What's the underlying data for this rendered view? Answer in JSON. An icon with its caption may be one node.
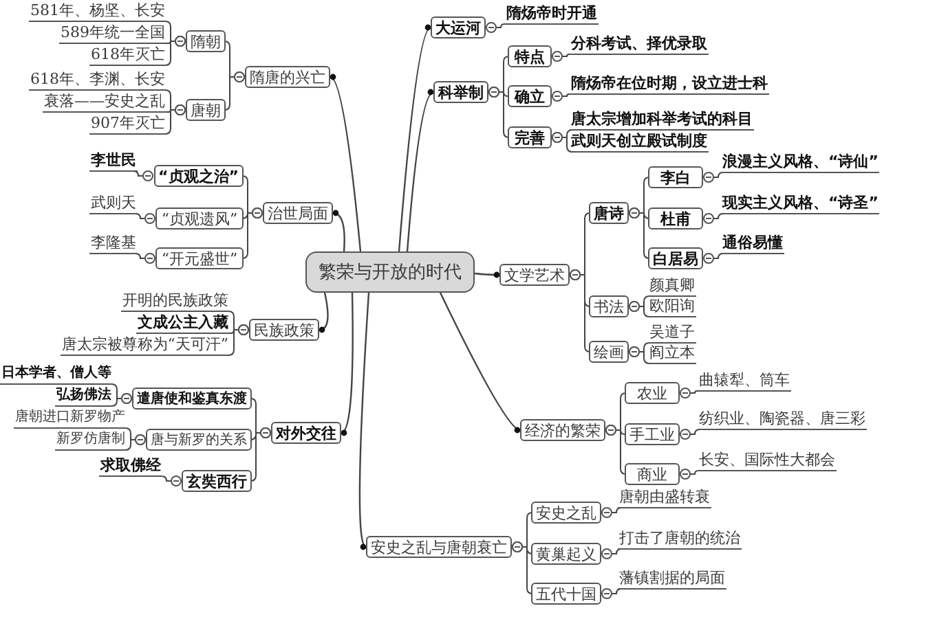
{
  "diagram": {
    "nodes": [
      {
        "text": [
          "繁荣与开放的时代"
        ]
      },
      {
        "text": [
          "隋唐的兴亡"
        ]
      },
      {
        "text": [
          "隋朝"
        ]
      },
      {
        "text": [
          "581年、杨坚、长安"
        ]
      },
      {
        "text": [
          "589年统一全国"
        ]
      },
      {
        "text": [
          "618年灭亡"
        ]
      },
      {
        "text": [
          "唐朝"
        ]
      },
      {
        "text": [
          "618年、李渊、长安"
        ]
      },
      {
        "text": [
          "衰落——安史之乱"
        ]
      },
      {
        "text": [
          "907年灭亡"
        ]
      },
      {
        "text": [
          "治世局面"
        ]
      },
      {
        "text": [
          "“贞观之治”"
        ]
      },
      {
        "text": [
          "李世民"
        ]
      },
      {
        "text": [
          "“贞观遗风”"
        ]
      },
      {
        "text": [
          "武则天"
        ]
      },
      {
        "text": [
          "“开元盛世”"
        ]
      },
      {
        "text": [
          "李隆基"
        ]
      },
      {
        "text": [
          "民族政策"
        ]
      },
      {
        "text": [
          "开明的民族政策"
        ]
      },
      {
        "text": [
          "文成公主入藏"
        ]
      },
      {
        "text": [
          "唐太宗被尊称为“天可汗”"
        ]
      },
      {
        "text": [
          "对外交往"
        ]
      },
      {
        "text": [
          "遣唐使和鉴真东渡"
        ]
      },
      {
        "text": [
          "日本学者、僧人等"
        ]
      },
      {
        "text": [
          "弘扬佛法"
        ]
      },
      {
        "text": [
          "唐与新罗的关系"
        ]
      },
      {
        "text": [
          "唐朝进口新罗物产"
        ]
      },
      {
        "text": [
          "新罗仿唐制"
        ]
      },
      {
        "text": [
          "玄奘西行"
        ]
      },
      {
        "text": [
          "求取佛经"
        ]
      },
      {
        "text": [
          "大运河"
        ]
      },
      {
        "text": [
          "隋炀帝时开通"
        ]
      },
      {
        "text": [
          "科举制"
        ]
      },
      {
        "text": [
          "特点"
        ]
      },
      {
        "text": [
          "分科考试、择优录取"
        ]
      },
      {
        "text": [
          "确立"
        ]
      },
      {
        "text": [
          "隋炀帝在位时期，设立进士科"
        ]
      },
      {
        "text": [
          "完善"
        ]
      },
      {
        "text": [
          "唐太宗增加科举考试的科目"
        ]
      },
      {
        "text": [
          "武则天创立殿试制度"
        ]
      },
      {
        "text": [
          "文学艺术"
        ]
      },
      {
        "text": [
          "唐诗"
        ]
      },
      {
        "text": [
          "李白"
        ]
      },
      {
        "text": [
          "浪漫主义风格、“诗仙”"
        ]
      },
      {
        "text": [
          "杜甫"
        ]
      },
      {
        "text": [
          "现实主义风格、“诗圣”"
        ]
      },
      {
        "text": [
          "白居易"
        ]
      },
      {
        "text": [
          "通俗易懂"
        ]
      },
      {
        "text": [
          "书法"
        ]
      },
      {
        "text": [
          "颜真卿"
        ]
      },
      {
        "text": [
          "欧阳询"
        ]
      },
      {
        "text": [
          "绘画"
        ]
      },
      {
        "text": [
          "吴道子"
        ]
      },
      {
        "text": [
          "阎立本"
        ]
      },
      {
        "text": [
          "经济的繁荣"
        ]
      },
      {
        "text": [
          "农业"
        ]
      },
      {
        "text": [
          "曲辕犁、筒车"
        ]
      },
      {
        "text": [
          "手工业"
        ]
      },
      {
        "text": [
          "纺织业、陶瓷器、唐三彩"
        ]
      },
      {
        "text": [
          "商业"
        ]
      },
      {
        "text": [
          "长安、国际性大都会"
        ]
      },
      {
        "text": [
          "安史之乱与唐朝衰亡"
        ]
      },
      {
        "text": [
          "安史之乱"
        ]
      },
      {
        "text": [
          "唐朝由盛转衰"
        ]
      },
      {
        "text": [
          "黄巢起义"
        ]
      },
      {
        "text": [
          "打击了唐朝的统治"
        ]
      },
      {
        "text": [
          "五代十国"
        ]
      },
      {
        "text": [
          "藩镇割据的局面"
        ]
      }
    ],
    "edges": [
      {
        "from": 0,
        "to": 1,
        "arrow": "other"
      },
      {
        "from": 1,
        "to": 2,
        "arrow": "other"
      },
      {
        "from": 2,
        "to": 3,
        "arrow": "other"
      },
      {
        "from": 2,
        "to": 4,
        "arrow": "other"
      },
      {
        "from": 2,
        "to": 5,
        "arrow": "other"
      },
      {
        "from": 1,
        "to": 6,
        "arrow": "other"
      },
      {
        "from": 6,
        "to": 7,
        "arrow": "other"
      },
      {
        "from": 6,
        "to": 8,
        "arrow": "other"
      },
      {
        "from": 6,
        "to": 9,
        "arrow": "other"
      },
      {
        "from": 0,
        "to": 10,
        "arrow": "other"
      },
      {
        "from": 10,
        "to": 11,
        "arrow": "other"
      },
      {
        "from": 11,
        "to": 12,
        "arrow": "other"
      },
      {
        "from": 10,
        "to": 13,
        "arrow": "other"
      },
      {
        "from": 13,
        "to": 14,
        "arrow": "other"
      },
      {
        "from": 10,
        "to": 15,
        "arrow": "other"
      },
      {
        "from": 15,
        "to": 16,
        "arrow": "other"
      },
      {
        "from": 0,
        "to": 17,
        "arrow": "other"
      },
      {
        "from": 17,
        "to": 18,
        "arrow": "other"
      },
      {
        "from": 17,
        "to": 19,
        "arrow": "other"
      },
      {
        "from": 17,
        "to": 20,
        "arrow": "other"
      },
      {
        "from": 0,
        "to": 21,
        "arrow": "other"
      },
      {
        "from": 21,
        "to": 22,
        "arrow": "other"
      },
      {
        "from": 22,
        "to": 23,
        "arrow": "other"
      },
      {
        "from": 22,
        "to": 24,
        "arrow": "other"
      },
      {
        "from": 21,
        "to": 25,
        "arrow": "other"
      },
      {
        "from": 25,
        "to": 26,
        "arrow": "other"
      },
      {
        "from": 25,
        "to": 27,
        "arrow": "other"
      },
      {
        "from": 21,
        "to": 28,
        "arrow": "other"
      },
      {
        "from": 28,
        "to": 29,
        "arrow": "other"
      },
      {
        "from": 0,
        "to": 30,
        "arrow": "other"
      },
      {
        "from": 30,
        "to": 31,
        "arrow": "other"
      },
      {
        "from": 0,
        "to": 32,
        "arrow": "other"
      },
      {
        "from": 32,
        "to": 33,
        "arrow": "other"
      },
      {
        "from": 33,
        "to": 34,
        "arrow": "other"
      },
      {
        "from": 32,
        "to": 35,
        "arrow": "other"
      },
      {
        "from": 35,
        "to": 36,
        "arrow": "other"
      },
      {
        "from": 32,
        "to": 37,
        "arrow": "other"
      },
      {
        "from": 37,
        "to": 38,
        "arrow": "other"
      },
      {
        "from": 37,
        "to": 39,
        "arrow": "other"
      },
      {
        "from": 0,
        "to": 40,
        "arrow": "other"
      },
      {
        "from": 40,
        "to": 41,
        "arrow": "other"
      },
      {
        "from": 41,
        "to": 42,
        "arrow": "other"
      },
      {
        "from": 42,
        "to": 43,
        "arrow": "other"
      },
      {
        "from": 41,
        "to": 44,
        "arrow": "other"
      },
      {
        "from": 44,
        "to": 45,
        "arrow": "other"
      },
      {
        "from": 41,
        "to": 46,
        "arrow": "other"
      },
      {
        "from": 46,
        "to": 47,
        "arrow": "other"
      },
      {
        "from": 40,
        "to": 48,
        "arrow": "other"
      },
      {
        "from": 48,
        "to": 49,
        "arrow": "other"
      },
      {
        "from": 48,
        "to": 50,
        "arrow": "other"
      },
      {
        "from": 40,
        "to": 51,
        "arrow": "other"
      },
      {
        "from": 51,
        "to": 52,
        "arrow": "other"
      },
      {
        "from": 51,
        "to": 53,
        "arrow": "other"
      },
      {
        "from": 0,
        "to": 54,
        "arrow": "other"
      },
      {
        "from": 54,
        "to": 55,
        "arrow": "other"
      },
      {
        "from": 55,
        "to": 56,
        "arrow": "other"
      },
      {
        "from": 54,
        "to": 57,
        "arrow": "other"
      },
      {
        "from": 57,
        "to": 58,
        "arrow": "other"
      },
      {
        "from": 54,
        "to": 59,
        "arrow": "other"
      },
      {
        "from": 59,
        "to": 60,
        "arrow": "other"
      },
      {
        "from": 0,
        "to": 61,
        "arrow": "other"
      },
      {
        "from": 61,
        "to": 62,
        "arrow": "other"
      },
      {
        "from": 62,
        "to": 63,
        "arrow": "other"
      },
      {
        "from": 61,
        "to": 64,
        "arrow": "other"
      },
      {
        "from": 64,
        "to": 65,
        "arrow": "other"
      },
      {
        "from": 61,
        "to": 66,
        "arrow": "other"
      },
      {
        "from": 66,
        "to": 67,
        "arrow": "other"
      }
    ]
  }
}
